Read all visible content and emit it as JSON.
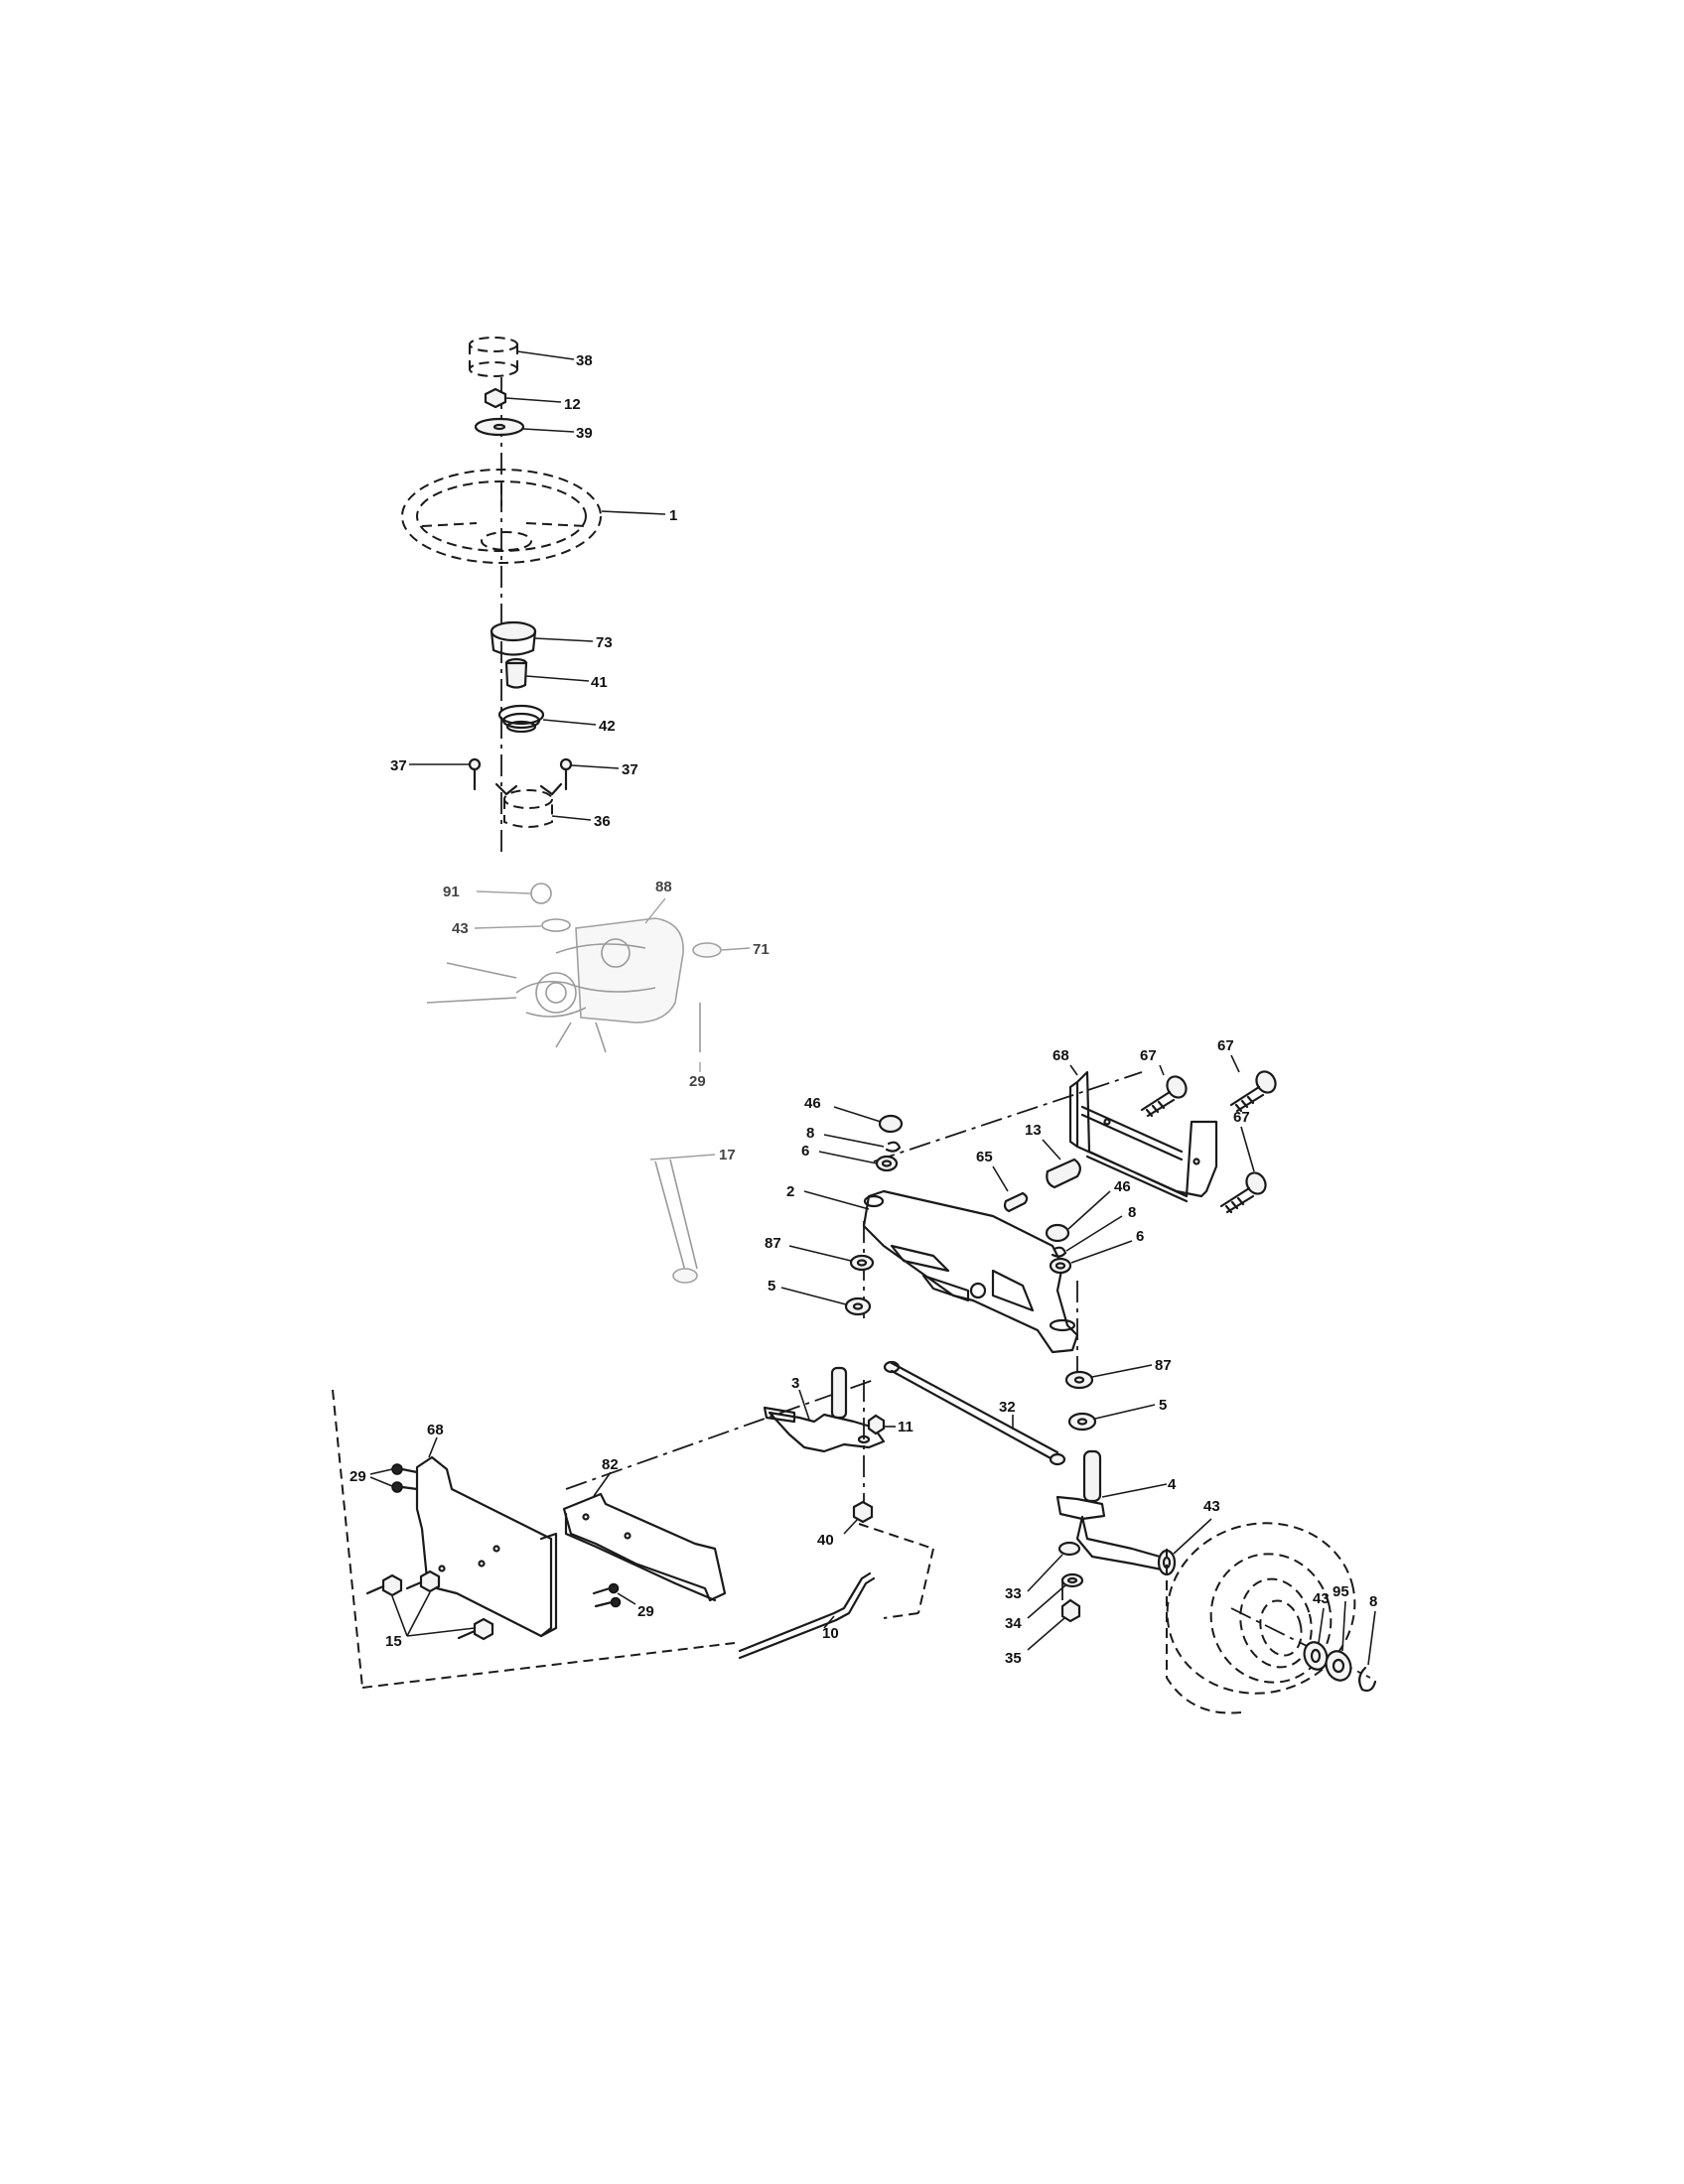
{
  "callouts": {
    "c38": "38",
    "c12": "12",
    "c39": "39",
    "c1": "1",
    "c73": "73",
    "c41": "41",
    "c42": "42",
    "c37a": "37",
    "c37b": "37",
    "c36": "36",
    "c91": "91",
    "c88": "88",
    "c43a": "43",
    "c71": "71",
    "c29a": "29",
    "c17": "17",
    "c68a": "68",
    "c67a": "67",
    "c67b": "67",
    "c67c": "67",
    "c13": "13",
    "c65": "65",
    "c46a": "46",
    "c8a": "8",
    "c6a": "6",
    "c2": "2",
    "c46b": "46",
    "c8b": "8",
    "c6b": "6",
    "c87a": "87",
    "c5a": "5",
    "c87b": "87",
    "c5b": "5",
    "c3": "3",
    "c11": "11",
    "c32": "32",
    "c4": "4",
    "c40": "40",
    "c43b": "43",
    "c33": "33",
    "c34": "34",
    "c35": "35",
    "c43c": "43",
    "c95": "95",
    "c8c": "8",
    "c68b": "68",
    "c29b": "29",
    "c82": "82",
    "c29c": "29",
    "c15": "15",
    "c10": "10"
  }
}
